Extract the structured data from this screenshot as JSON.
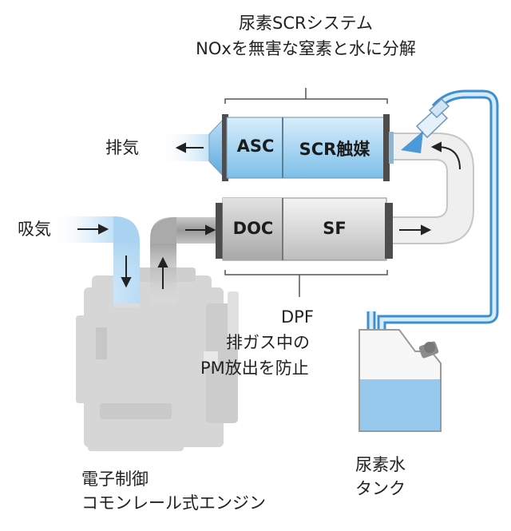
{
  "scr_system": {
    "title": "尿素SCRシステム",
    "description": "NOxを無害な窒素と水に分解"
  },
  "exhaust_label": "排気",
  "intake_label": "吸気",
  "boxes": {
    "asc": "ASC",
    "scr": "SCR触媒",
    "doc": "DOC",
    "sf": "SF"
  },
  "dpf": {
    "title": "DPF",
    "line1": "排ガス中の",
    "line2": "PM放出を防止"
  },
  "urea_tank": {
    "line1": "尿素水",
    "line2": "タンク"
  },
  "engine": {
    "line1": "電子制御",
    "line2": "コモンレール式エンジン"
  },
  "colors": {
    "scr_blue_light": "#d3ebfa",
    "scr_blue_dark": "#7fc0ea",
    "pipe_gray": "#a9a9a9",
    "pipe_light": "#ececec",
    "engine_gray": "#d9d9d9",
    "urea_line": "#3d8fd1",
    "urea_fill": "#97c8ee"
  }
}
